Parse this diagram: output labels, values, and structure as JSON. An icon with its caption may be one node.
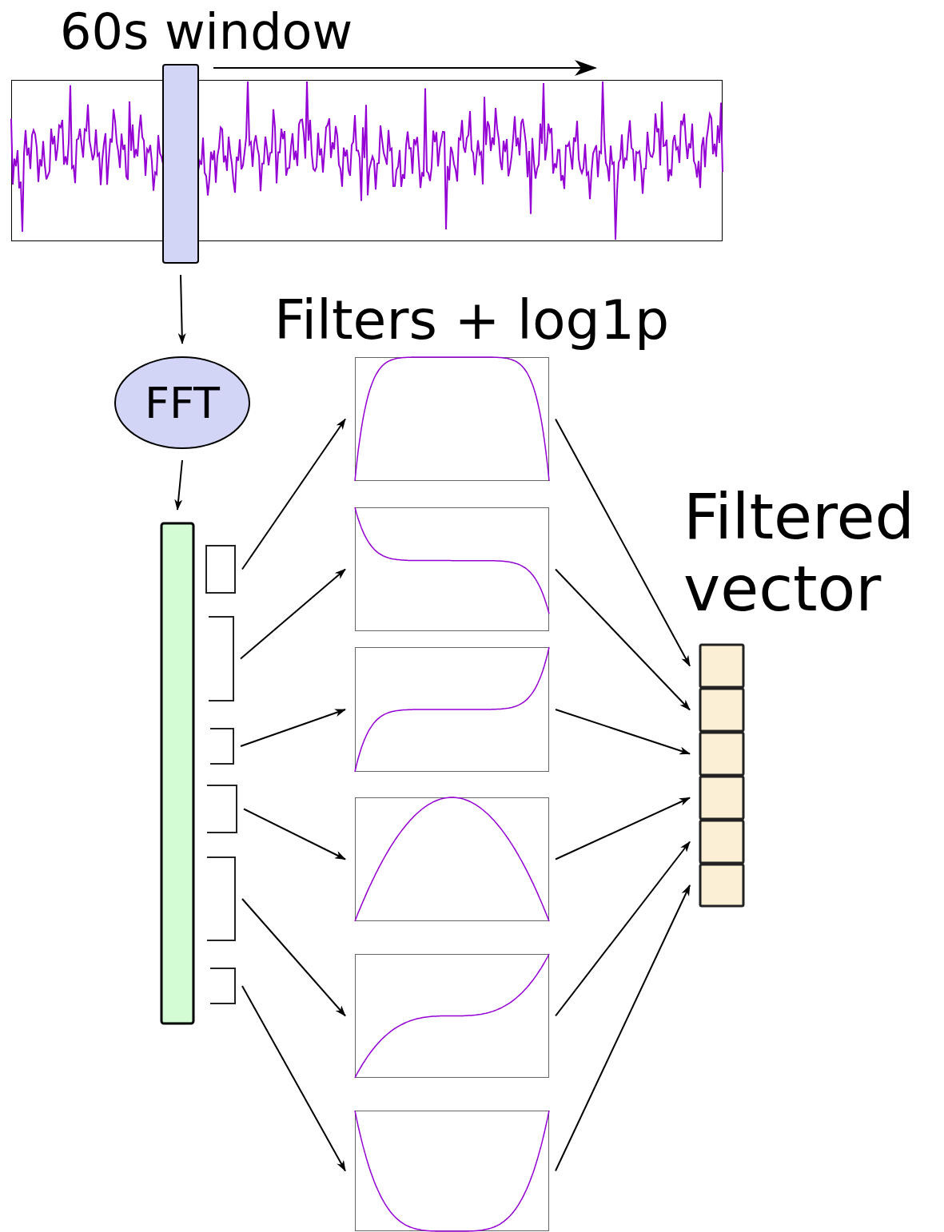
{
  "diagram": {
    "nodes": [
      {
        "text": [],
        "shape": "box"
      },
      {
        "text": [],
        "shape": "bar"
      },
      {
        "text": [
          "FFT"
        ]
      },
      {
        "text": [],
        "shape": "bar"
      },
      {
        "text": [],
        "shape": "box"
      },
      {
        "text": [],
        "shape": "bracket"
      },
      {
        "text": [],
        "shape": "bracket"
      },
      {
        "text": [],
        "shape": "bracket"
      },
      {
        "text": [],
        "shape": "bracket"
      },
      {
        "text": [],
        "shape": "bracket"
      },
      {
        "text": [],
        "shape": "box"
      },
      {
        "text": [],
        "shape": "box"
      },
      {
        "text": [],
        "shape": "box"
      },
      {
        "text": [],
        "shape": "box"
      },
      {
        "text": [],
        "shape": "box"
      },
      {
        "text": [],
        "shape": "box"
      },
      {
        "text": [],
        "shape": "box"
      },
      {
        "text": [],
        "shape": "box"
      },
      {
        "text": [],
        "shape": "box"
      },
      {
        "text": [],
        "shape": "box"
      },
      {
        "text": [],
        "shape": "box"
      },
      {
        "text": [],
        "shape": "box"
      }
    ],
    "edges": [
      {
        "from": 1,
        "to": 2,
        "arrow": "to"
      },
      {
        "from": 2,
        "to": 3,
        "arrow": "to"
      },
      {
        "from": 4,
        "to": 10,
        "arrow": "to"
      },
      {
        "from": 5,
        "to": 11,
        "arrow": "to"
      },
      {
        "from": 6,
        "to": 12,
        "arrow": "to"
      },
      {
        "from": 7,
        "to": 13,
        "arrow": "to"
      },
      {
        "from": 8,
        "to": 14,
        "arrow": "to"
      },
      {
        "from": 9,
        "to": 15,
        "arrow": "to"
      },
      {
        "from": 10,
        "to": 16,
        "arrow": "to"
      },
      {
        "from": 11,
        "to": 17,
        "arrow": "to"
      },
      {
        "from": 12,
        "to": 18,
        "arrow": "to"
      },
      {
        "from": 13,
        "to": 19,
        "arrow": "to"
      },
      {
        "from": 14,
        "to": 20,
        "arrow": "to"
      },
      {
        "from": 15,
        "to": 21,
        "arrow": "to"
      }
    ],
    "labels": [
      "60s window",
      "Filters + log1p",
      "Filtered vector"
    ]
  }
}
